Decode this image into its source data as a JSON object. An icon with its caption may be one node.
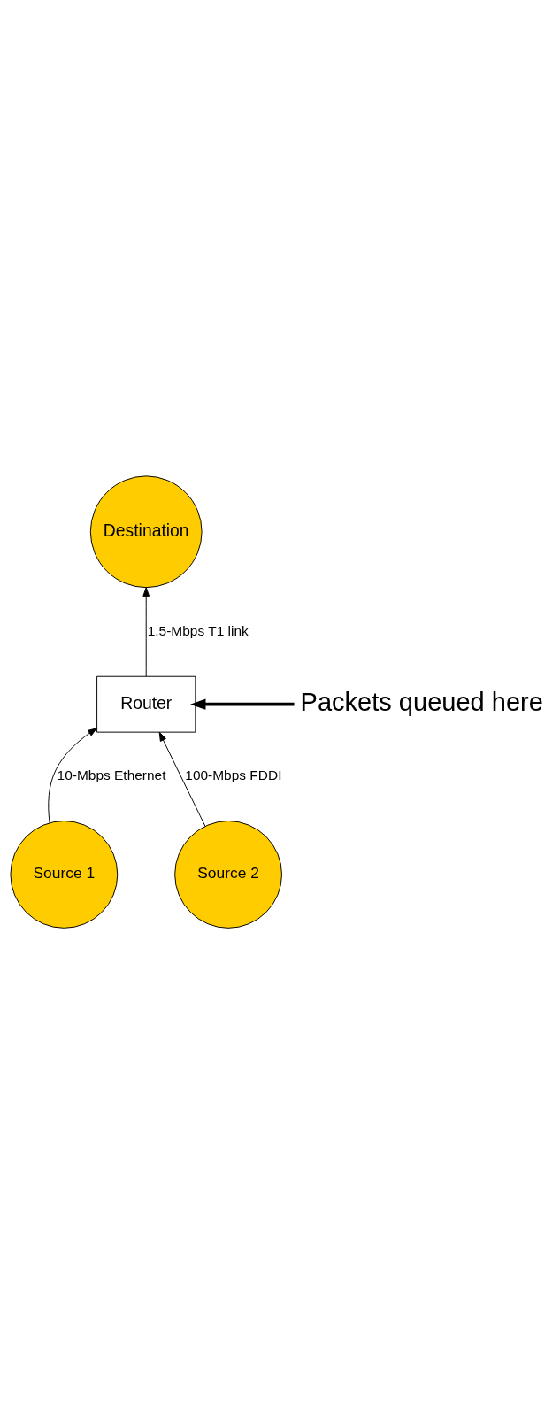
{
  "diagram": {
    "nodes": [
      {
        "text": [
          "Destination"
        ]
      },
      {
        "text": [
          "Router"
        ]
      },
      {
        "text": [
          "Source 1"
        ]
      },
      {
        "text": [
          "Source 2"
        ]
      },
      {
        "text": [
          "Packets queued here"
        ]
      }
    ],
    "edges": [
      {
        "from": 2,
        "to": 1,
        "arrow": "to",
        "label": "10-Mbps Ethernet"
      },
      {
        "from": 3,
        "to": 1,
        "arrow": "to",
        "label": "100-Mbps FDDI"
      },
      {
        "from": 1,
        "to": 0,
        "arrow": "to",
        "label": "1.5-Mbps T1 link"
      },
      {
        "from": 4,
        "to": 1,
        "arrow": "to",
        "style": "thick"
      }
    ]
  }
}
